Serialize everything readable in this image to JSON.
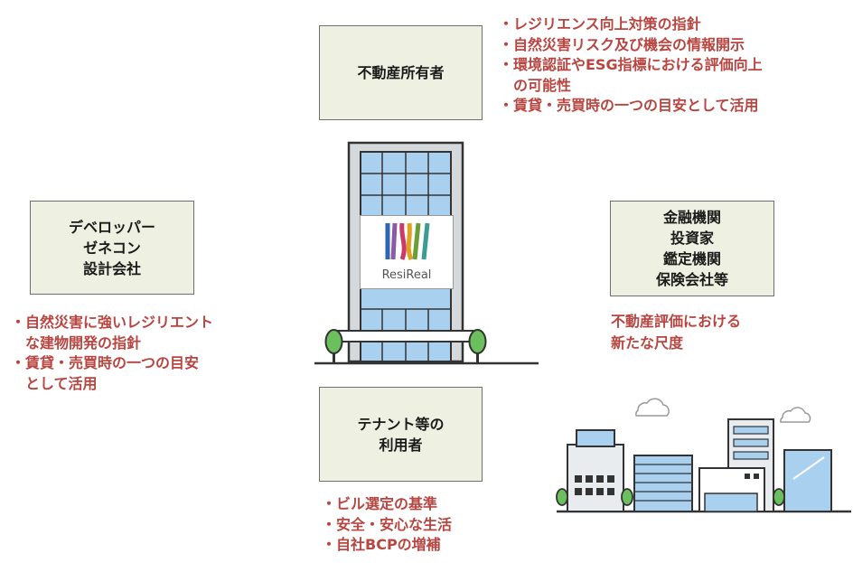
{
  "stakeholders": {
    "owner": {
      "lines": [
        "不動産所有者"
      ]
    },
    "developer": {
      "lines": [
        "デベロッパー",
        "ゼネコン",
        "設計会社"
      ]
    },
    "finance": {
      "lines": [
        "金融機関",
        "投資家",
        "鑑定機関",
        "保険会社等"
      ]
    },
    "tenant": {
      "lines": [
        "テナント等の",
        "利用者"
      ]
    }
  },
  "benefits": {
    "owner": [
      "・レジリエンス向上対策の指針",
      "・自然災害リスク及び機会の情報開示",
      "・環境認証やESG指標における評価向上",
      "　の可能性",
      "・賃貸・売買時の一つの目安として活用"
    ],
    "developer": [
      "・自然災害に強いレジリエント",
      "　な建物開発の指針",
      "・賃貸・売買時の一つの目安",
      "　として活用"
    ],
    "finance": [
      "不動産評価における",
      "新たな尺度"
    ],
    "tenant": [
      "・ビル選定の基準",
      "・安全・安心な生活",
      "・自社BCPの増補"
    ]
  },
  "center": {
    "logo_text": "ResiReal",
    "logo_stripe_colors": [
      "#2f66b4",
      "#8a5aa8",
      "#cc3a6a",
      "#e3a020",
      "#6b9f36",
      "#3a9c95"
    ]
  },
  "colors": {
    "box_fill": "#eef0e1",
    "box_border": "#6e6e6e",
    "benefit_text": "#b8453f",
    "building_glass": "#a9d0ef",
    "tree": "#6cbf5d"
  },
  "icons": [
    "building-icon",
    "tree-icon",
    "cityscape-icon",
    "cloud-icon"
  ]
}
